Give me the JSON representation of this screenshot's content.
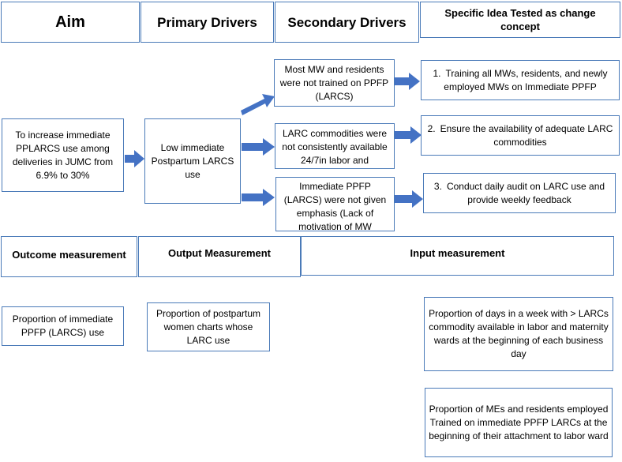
{
  "headers": {
    "aim": "Aim",
    "primary": "Primary Drivers",
    "secondary": "Secondary Drivers",
    "ideas": "Specific Idea Tested as change concept"
  },
  "aim": {
    "text": "To increase immediate PPLARCS use among deliveries in JUMC from 6.9% to 30%"
  },
  "primary_driver": {
    "text": "Low immediate Postpartum LARCS use"
  },
  "secondary_drivers": [
    {
      "text": "Most MW and residents were not trained on PPFP (LARCS)"
    },
    {
      "text": "LARC commodities were not consistently available 24/7in labor and"
    },
    {
      "text": "Immediate PPFP (LARCS) were not given emphasis (Lack of motivation of MW"
    }
  ],
  "ideas": [
    {
      "num": "1.",
      "text": "Training all MWs, residents, and newly employed MWs on Immediate PPFP"
    },
    {
      "num": "2.",
      "text": "Ensure the availability of adequate LARC commodities"
    },
    {
      "num": "3.",
      "text": "Conduct daily audit on LARC use and provide weekly feedback"
    }
  ],
  "measurement_headers": {
    "outcome": "Outcome measurement",
    "output": "Output Measurement",
    "input": "Input measurement"
  },
  "measures": {
    "outcome": "Proportion of immediate PPFP (LARCS) use",
    "output": "Proportion of postpartum women charts whose LARC use",
    "input_1": "Proportion of days in a week with > LARCs commodity available in labor and maternity wards at the beginning of each business day",
    "input_2": "Proportion of MEs and residents employed Trained on immediate PPFP LARCs at the beginning of their attachment to labor ward"
  },
  "colors": {
    "border": "#4a7ab8",
    "arrow": "#4472c4"
  }
}
